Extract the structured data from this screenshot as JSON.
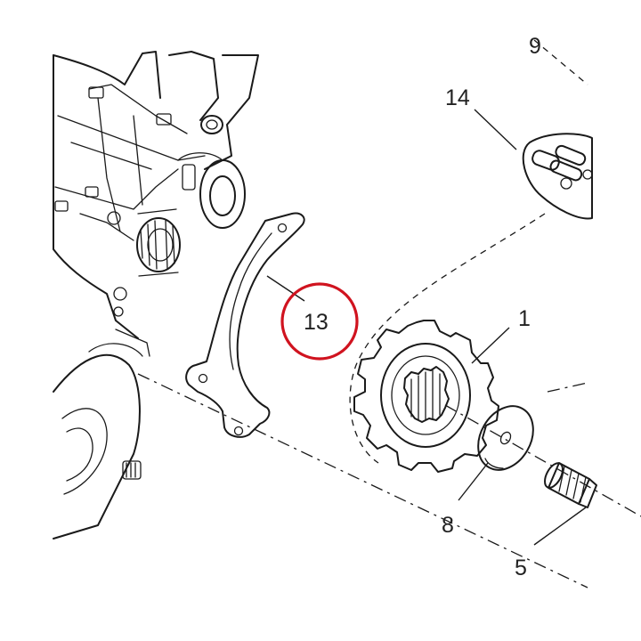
{
  "callouts": {
    "part_1": "1",
    "part_5": "5",
    "part_8": "8",
    "part_13": "13",
    "part_14": "14",
    "part_top_partial": "9"
  },
  "highlight": {
    "target_part": "13",
    "color": "#d0131f"
  },
  "colors": {
    "line": "#1a1a1a",
    "background": "#ffffff"
  }
}
